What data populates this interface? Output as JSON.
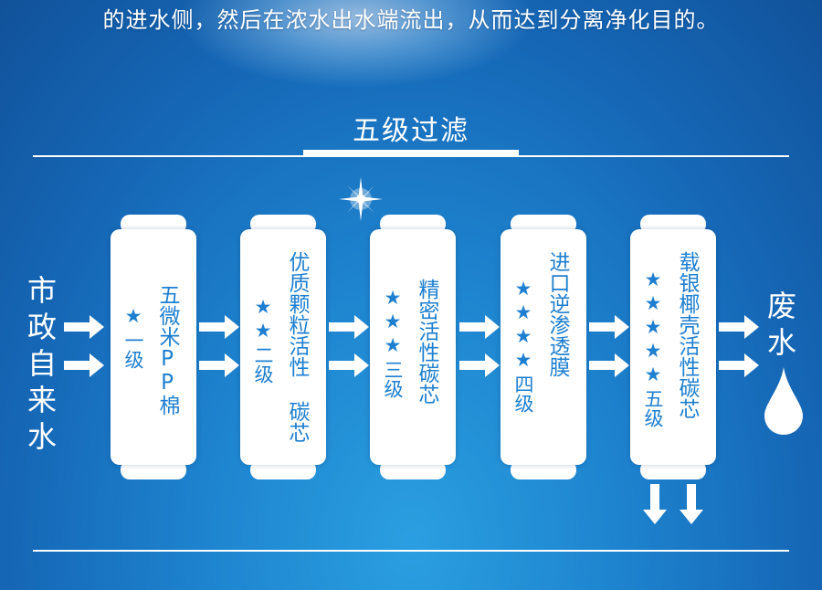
{
  "intro_text": "的进水侧，然后在浓水出水端流出，从而达到分离净化目的。",
  "section_title": "五级过滤",
  "input_label": "市政自来水",
  "output_label": "废水",
  "star_glyph": "★",
  "filters": [
    {
      "stars": 1,
      "grade": "一级",
      "name": "五微米PP棉"
    },
    {
      "stars": 2,
      "grade": "二级",
      "name": "优质颗粒活性 碳芯"
    },
    {
      "stars": 3,
      "grade": "三级",
      "name": "精密活性碳芯"
    },
    {
      "stars": 4,
      "grade": "四级",
      "name": "进口逆渗透膜"
    },
    {
      "stars": 5,
      "grade": "五级",
      "name": "载银椰壳活性碳芯"
    }
  ],
  "colors": {
    "accent": "#1e7fd0",
    "background": "#1a75c4",
    "foreground": "#ffffff"
  },
  "icons": [
    "arrow-right-icon",
    "arrow-down-icon",
    "water-drop-icon",
    "sparkle-icon",
    "star-icon"
  ]
}
